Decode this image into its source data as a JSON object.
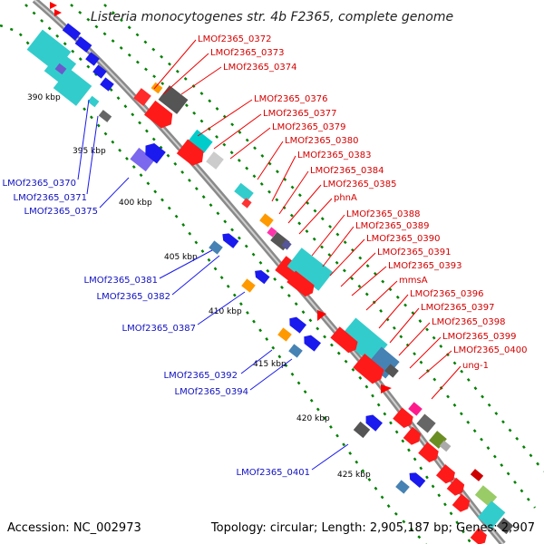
{
  "title": "Listeria monocytogenes str. 4b F2365, complete genome",
  "footer": {
    "accession": "Accession: NC_002973",
    "summary": "Topology: circular; Length: 2,905,187 bp; Genes: 2,907"
  },
  "scale_ticks": [
    "390 kbp",
    "395 kbp",
    "400 kbp",
    "405 kbp",
    "410 kbp",
    "415 kbp",
    "420 kbp",
    "425 kbp"
  ],
  "forward_genes": [
    "LMOf2365_0372",
    "LMOf2365_0373",
    "LMOf2365_0374",
    "LMOf2365_0376",
    "LMOf2365_0377",
    "LMOf2365_0379",
    "LMOf2365_0380",
    "LMOf2365_0383",
    "LMOf2365_0384",
    "LMOf2365_0385",
    "phnA",
    "LMOf2365_0388",
    "LMOf2365_0389",
    "LMOf2365_0390",
    "LMOf2365_0391",
    "LMOf2365_0393",
    "mmsA",
    "LMOf2365_0396",
    "LMOf2365_0397",
    "LMOf2365_0398",
    "LMOf2365_0399",
    "LMOf2365_0400",
    "ung-1"
  ],
  "reverse_genes": [
    "LMOf2365_0370",
    "LMOf2365_0371",
    "LMOf2365_0375",
    "LMOf2365_0381",
    "LMOf2365_0382",
    "LMOf2365_0387",
    "LMOf2365_0392",
    "LMOf2365_0394",
    "LMOf2365_0401"
  ],
  "colors": {
    "cds_forward": "#ff0000",
    "cds_reverse": "#0000ee",
    "backbone": "#999999",
    "label_forward": "#d40000",
    "label_reverse": "#1010c0",
    "gc_track": "#008000"
  }
}
